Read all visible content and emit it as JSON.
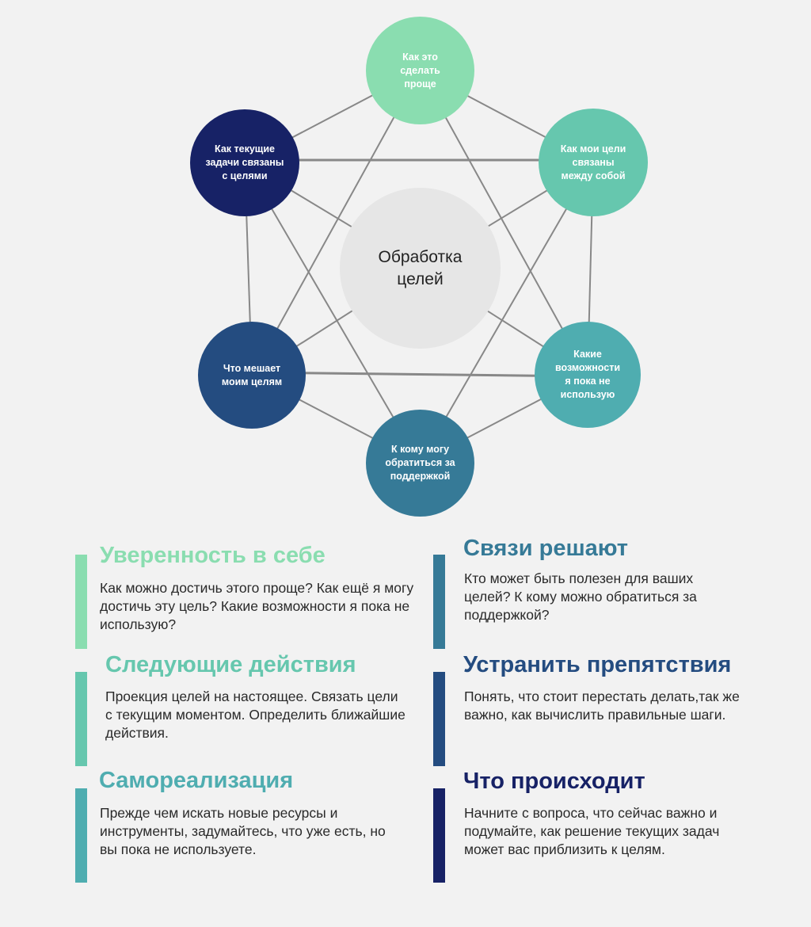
{
  "diagram": {
    "center": "Обработка целей",
    "nodes": [
      {
        "label": "Как это сделать проще",
        "color": "#8addb0"
      },
      {
        "label": "Как мои цели связаны между собой",
        "color": "#66c7ae"
      },
      {
        "label": "Какие возможности я пока не использую",
        "color": "#4fadb0"
      },
      {
        "label": "К кому могу обратиться за поддержкой",
        "color": "#367a97"
      },
      {
        "label": "Что мешает моим целям",
        "color": "#244c80"
      },
      {
        "label": "Как текущие задачи связаны с целями",
        "color": "#172266"
      }
    ]
  },
  "sections": [
    {
      "title": "Уверенность в себе",
      "text": "Как можно достичь этого проще? Как ещё я могу достичь эту цель? Какие возможности я пока не использую?",
      "color": "#8addb0"
    },
    {
      "title": "Следующие действия",
      "text": "Проекция целей на настоящее. Связать цели с текущим моментом. Определить ближайшие действия.",
      "color": "#66c7ae"
    },
    {
      "title": "Самореализация",
      "text": "Прежде чем искать новые ресурсы и инструменты, задумайтесь, что уже есть, но вы пока не используете.",
      "color": "#4fadb0"
    },
    {
      "title": "Связи решают",
      "text": "Кто может быть полезен для ваших целей? К кому можно обратиться за поддержкой?",
      "color": "#367a97"
    },
    {
      "title": "Устранить препятствия",
      "text": "Понять, что стоит перестать делать,так же важно, как вычислить правильные шаги.",
      "color": "#244c80"
    },
    {
      "title": "Что происходит",
      "text": "Начните с вопроса, что сейчас важно и подумайте, как решение текущих задач может вас приблизить к целям.",
      "color": "#172266"
    }
  ]
}
